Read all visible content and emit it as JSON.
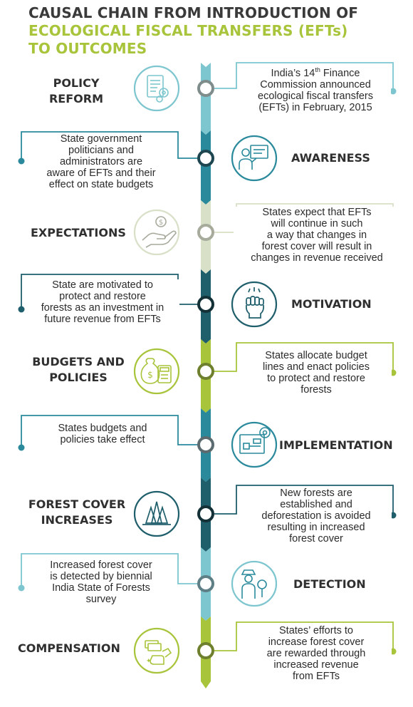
{
  "title": {
    "line1": "CAUSAL CHAIN FROM INTRODUCTION OF",
    "line2": "ECOLOGICAL FISCAL TRANSFERS (EFTs)",
    "line3": "TO OUTCOMES"
  },
  "colors": {
    "dark_teal": "#1f5e6b",
    "mid_teal": "#2a8a9c",
    "light_teal": "#7dc6cf",
    "green": "#a8c43a",
    "light_green": "#d8e0c8",
    "title_dark": "#3a3a3a"
  },
  "steps": [
    {
      "label": "POLICY\nREFORM",
      "icon": "policy-document-gears-icon",
      "description_pre": "India’s 14",
      "description_sup": "th",
      "description_post": " Finance\nCommission announced\necological fiscal transfers\n(EFTs) in February, 2015"
    },
    {
      "label": "AWARENESS",
      "icon": "presenter-screen-icon",
      "description": "State government\npoliticians and\nadministrators are\naware of EFTs and their\neffect on state budgets"
    },
    {
      "label": "EXPECTATIONS",
      "icon": "hand-coin-icon",
      "description": "States expect that EFTs\nwill continue in such\na way that changes in\nforest cover will result in\nchanges in revenue received"
    },
    {
      "label": "MOTIVATION",
      "icon": "raised-fist-icon",
      "description": "State are motivated to\nprotect and restore\nforests as an investment in\nfuture revenue from EFTs"
    },
    {
      "label": "BUDGETS AND\nPOLICIES",
      "icon": "money-bag-calculator-icon",
      "description": "States allocate budget\nlines and enact policies\nto protect and restore\nforests"
    },
    {
      "label": "IMPLEMENTATION",
      "icon": "blueprint-gear-icon",
      "description": "States budgets and\npolicies take effect"
    },
    {
      "label": "FOREST COVER\nINCREASES",
      "icon": "forest-trees-icon",
      "description": "New forests are\nestablished and\ndeforestation is avoided\nresulting in increased\nforest cover"
    },
    {
      "label": "DETECTION",
      "icon": "inspector-magnifier-icon",
      "description": "Increased forest cover\nis detected by biennial\nIndia State of Forests\nsurvey"
    },
    {
      "label": "COMPENSATION",
      "icon": "cash-hand-icon",
      "description": "States’ efforts to\nincrease forest cover\nare rewarded through\nincreased revenue\nfrom EFTs"
    }
  ]
}
